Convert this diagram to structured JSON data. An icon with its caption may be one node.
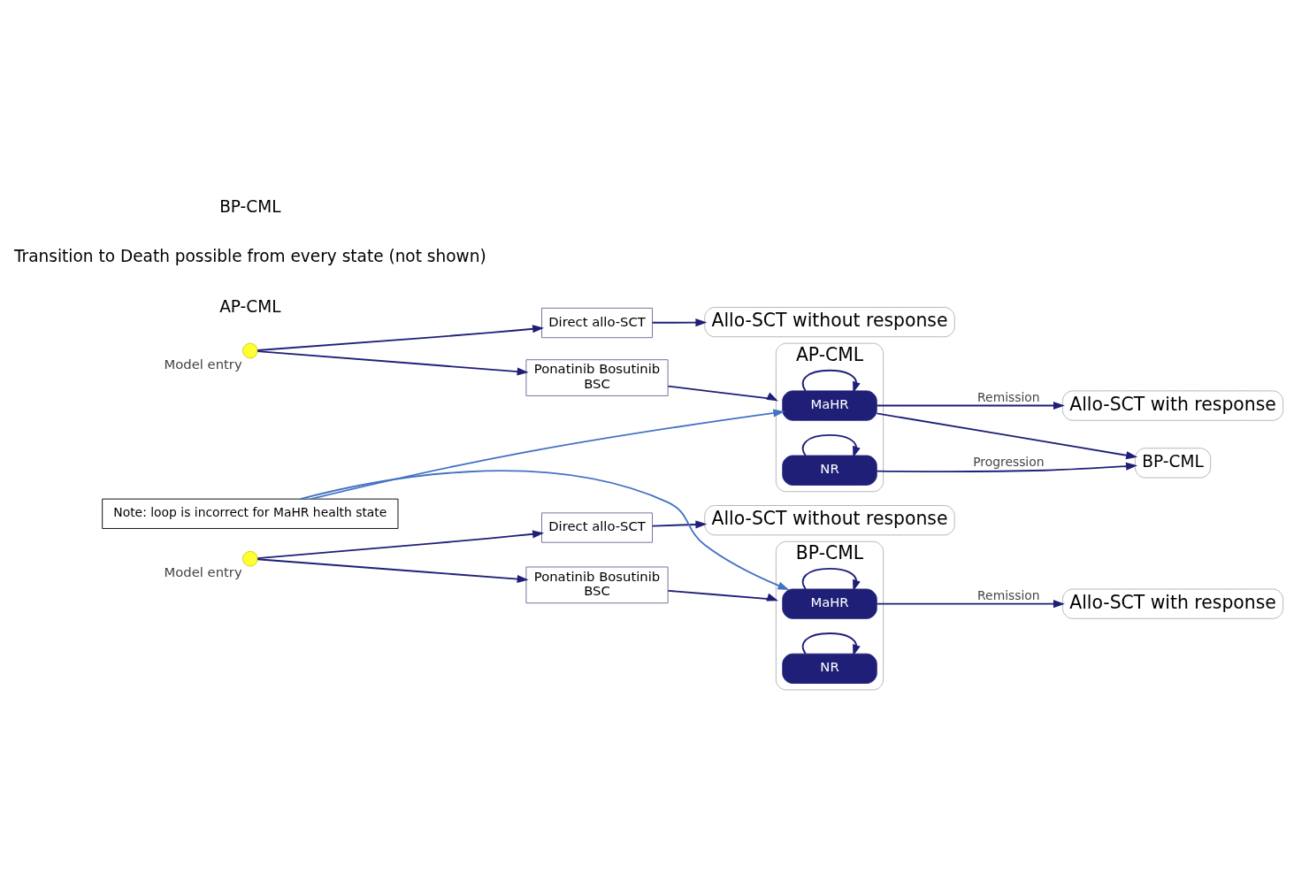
{
  "diagram": {
    "nodes": [
      {
        "text": [],
        "shape": "circle",
        "beside": [
          "Model entry"
        ]
      },
      {
        "text": [
          "Direct allo-SCT"
        ]
      },
      {
        "text": [
          "Ponatinib Bosutinib",
          "BSC"
        ]
      },
      {
        "text": [
          "Allo-SCT without response"
        ]
      },
      {
        "text": [
          "AP-CML"
        ]
      },
      {
        "text": [
          "MaHR"
        ],
        "in": 4
      },
      {
        "text": [
          "NR"
        ],
        "in": 4
      },
      {
        "text": [
          "Allo-SCT with response"
        ]
      },
      {
        "text": [
          "BP-CML"
        ]
      },
      {
        "text": [],
        "shape": "circle",
        "beside": [
          "Model entry"
        ]
      },
      {
        "text": [
          "Direct allo-SCT"
        ]
      },
      {
        "text": [
          "Ponatinib Bosutinib",
          "BSC"
        ]
      },
      {
        "text": [
          "Allo-SCT without response"
        ]
      },
      {
        "text": [
          "BP-CML"
        ]
      },
      {
        "text": [
          "MaHR"
        ],
        "in": 13
      },
      {
        "text": [
          "NR"
        ],
        "in": 13
      },
      {
        "text": [
          "Allo-SCT with response"
        ]
      },
      {
        "text": [
          "Note: loop is incorrect for MaHR health state"
        ]
      }
    ],
    "edges": [
      {
        "from": 0,
        "to": 1,
        "arrow": "to"
      },
      {
        "from": 0,
        "to": 2,
        "arrow": "to"
      },
      {
        "from": 1,
        "to": 3,
        "arrow": "to"
      },
      {
        "from": 2,
        "to": 4,
        "arrow": "to"
      },
      {
        "from": 5,
        "to": 5,
        "arrow": "to"
      },
      {
        "from": 6,
        "to": 6,
        "arrow": "to"
      },
      {
        "from": 5,
        "to": 7,
        "arrow": "to",
        "label": "Remission"
      },
      {
        "from": 5,
        "to": 8,
        "arrow": "to"
      },
      {
        "from": 6,
        "to": 8,
        "arrow": "to",
        "label": "Progression"
      },
      {
        "from": 9,
        "to": 10,
        "arrow": "to"
      },
      {
        "from": 9,
        "to": 11,
        "arrow": "to"
      },
      {
        "from": 10,
        "to": 12,
        "arrow": "to"
      },
      {
        "from": 11,
        "to": 13,
        "arrow": "to"
      },
      {
        "from": 14,
        "to": 14,
        "arrow": "to"
      },
      {
        "from": 15,
        "to": 15,
        "arrow": "to"
      },
      {
        "from": 14,
        "to": 16,
        "arrow": "to",
        "label": "Remission"
      },
      {
        "from": 17,
        "to": 5,
        "arrow": "to",
        "color": "#4472c4"
      },
      {
        "from": 17,
        "to": 14,
        "arrow": "to",
        "color": "#4472c4"
      }
    ],
    "labels": [
      "AP-CML",
      "Transition to Death possible from every state (not shown)",
      "BP-CML"
    ]
  }
}
